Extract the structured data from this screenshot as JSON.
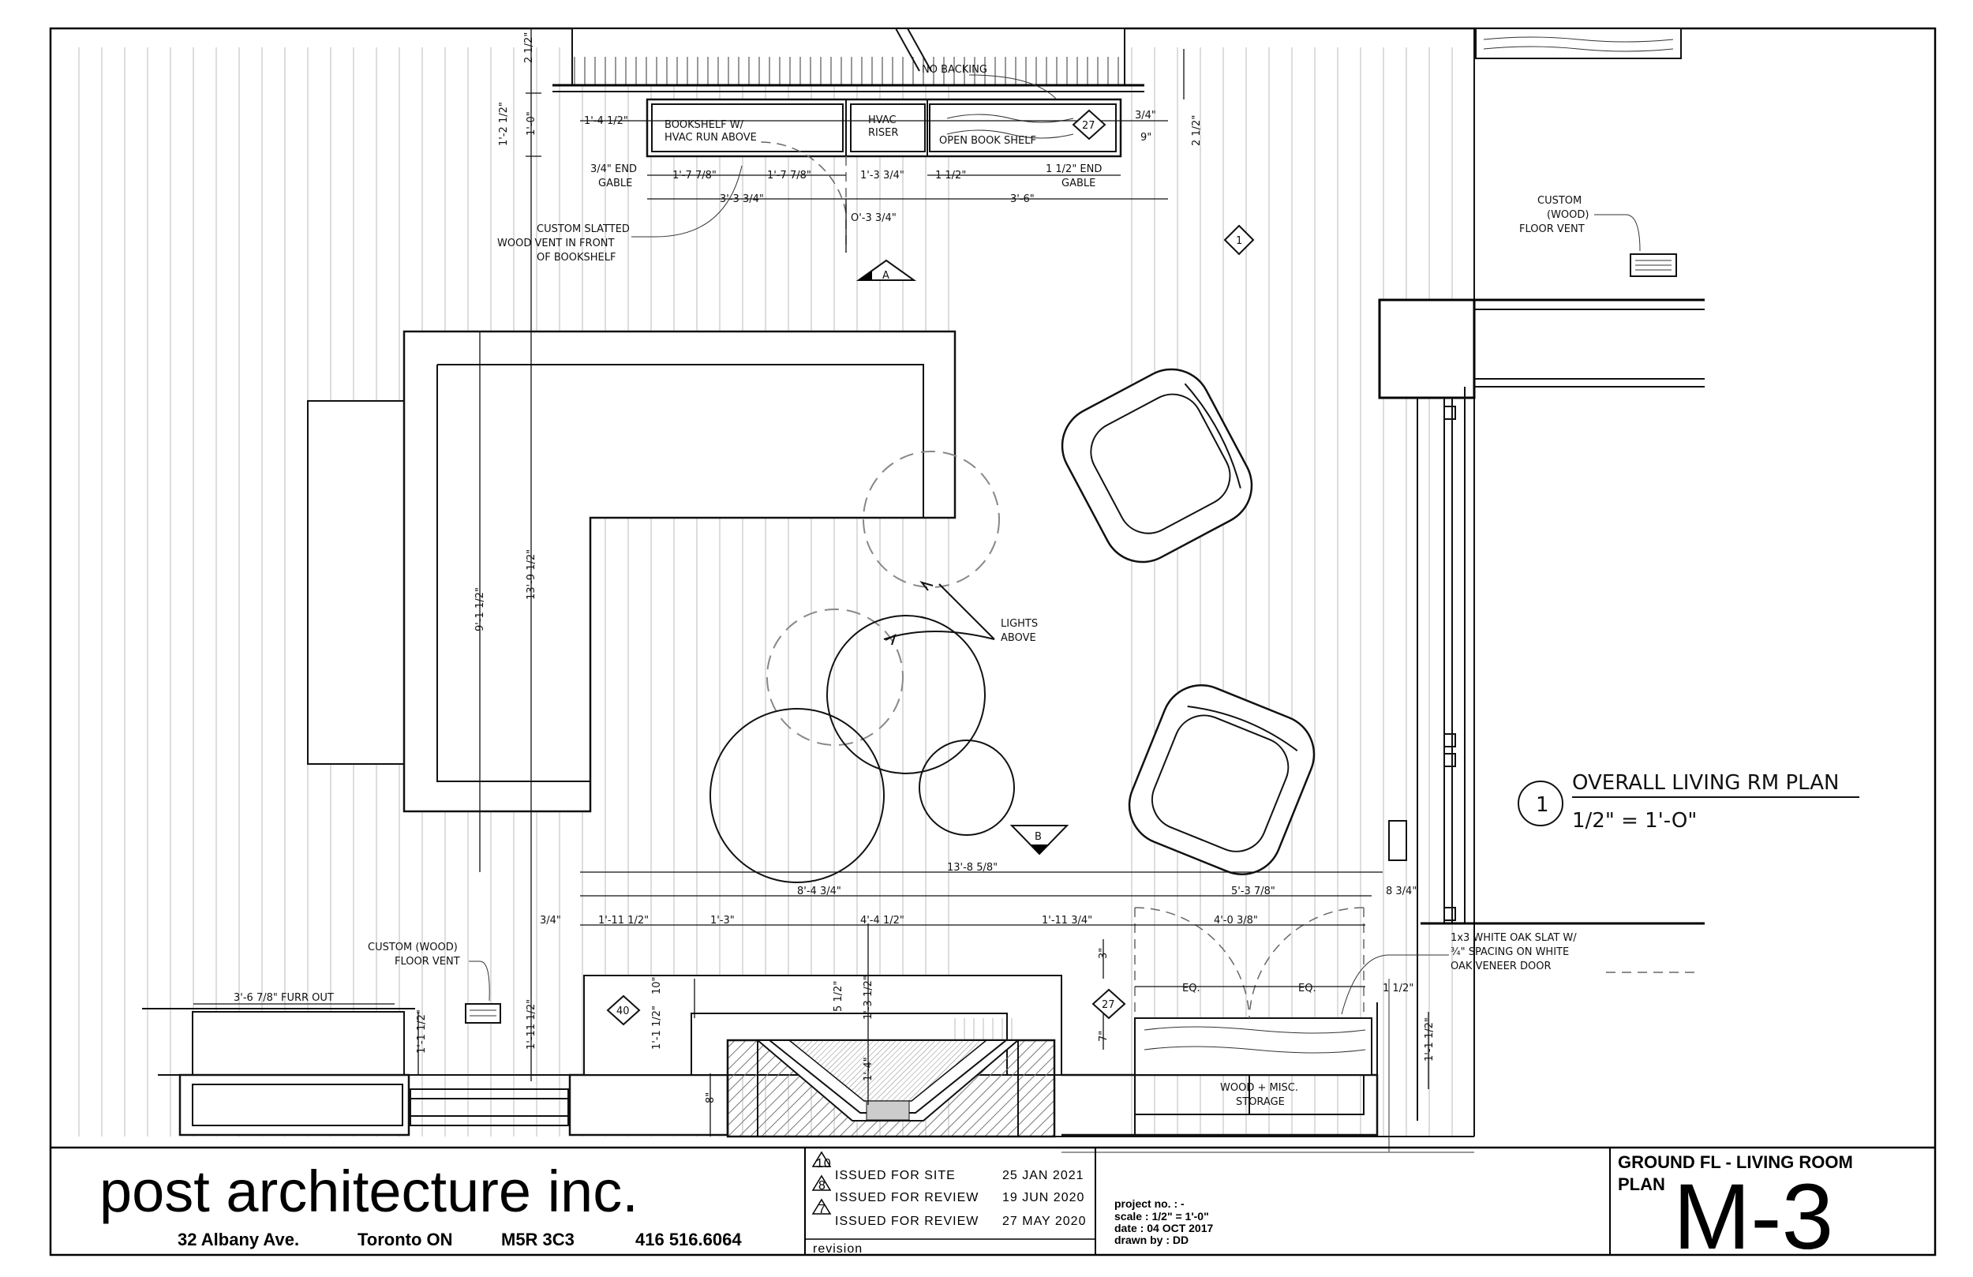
{
  "dimensions": {
    "d_2_5a": "2 1/2\"",
    "d_1_2_5": "1'-2 1/2\"",
    "d_1_0": "1'-0\"",
    "d_1_4_5": "1'-4 1/2\"",
    "d_1_7_78a": "1'-7 7/8\"",
    "d_1_7_78b": "1'-7 7/8\"",
    "d_1_3_34": "1'-3 3/4\"",
    "d_1_5": "1 1/2\"",
    "d_3_3_34": "3'-3 3/4\"",
    "d_3_6": "3'-6\"",
    "d_0_3_34": "O'-3 3/4\"",
    "d_3_4a": "3/4\"",
    "d_9": "9\"",
    "d_2_5b": "2 1/2\"",
    "d_9_1_5": "9'-1 1/2\"",
    "d_13_9_5": "13'-9 1/2\"",
    "d_13_8_58": "13'-8 5/8\"",
    "d_8_4_34": "8'-4 3/4\"",
    "d_5_3_78": "5'-3 7/8\"",
    "d_8_34": "8 3/4\"",
    "d_3_4b": "3/4\"",
    "d_1_11_5": "1'-11 1/2\"",
    "d_1_3": "1'-3\"",
    "d_4_4_5": "4'-4 1/2\"",
    "d_1_11_34": "1'-11 3/4\"",
    "d_4_0_38": "4'-0 3/8\"",
    "d_3": "3\"",
    "d_10": "10\"",
    "d_5_5": "5 1/2\"",
    "d_1_3_5": "1'-3 1/2\"",
    "d_eq1": "EQ.",
    "d_eq2": "EQ.",
    "d_1_5b": "1 1/2\"",
    "d_7": "7\"",
    "d_1_1_5a": "1'-1 1/2\"",
    "d_1_11_5v": "1'-11 1/2\"",
    "d_1_1_5b": "1'-1 1/2\"",
    "d_1_1_5c": "1'-1 1/2\"",
    "d_1_4": "1'-4\"",
    "d_8": "8\"",
    "d_furr": "3'-6 7/8\" FURR OUT"
  },
  "notes": {
    "no_backing": "NO BACKING",
    "bookshelf_hvac_1": "BOOKSHELF W/",
    "bookshelf_hvac_2": "HVAC RUN ABOVE",
    "hvac_riser_1": "HVAC",
    "hvac_riser_2": "RISER",
    "open_book_shelf": "OPEN BOOK SHELF",
    "end_gable_34_1": "3/4\" END",
    "end_gable_34_2": "GABLE",
    "end_gable_15_1": "1 1/2\" END",
    "end_gable_15_2": "GABLE",
    "slatted_vent_1": "CUSTOM SLATTED",
    "slatted_vent_2": "WOOD VENT IN FRONT",
    "slatted_vent_3": "OF BOOKSHELF",
    "custom_vent_r_1": "CUSTOM",
    "custom_vent_r_2": "(WOOD)",
    "custom_vent_r_3": "FLOOR VENT",
    "lights_above_1": "LIGHTS",
    "lights_above_2": "ABOVE",
    "custom_vent_l_1": "CUSTOM (WOOD)",
    "custom_vent_l_2": "FLOOR VENT",
    "white_oak_1": "1x3 WHITE OAK SLAT W/",
    "white_oak_2": "¾\" SPACING ON WHITE",
    "white_oak_3": "OAK VENEER DOOR",
    "wood_storage_1": "WOOD + MISC.",
    "wood_storage_2": "STORAGE"
  },
  "tags": {
    "t27_top": "27",
    "t27_bottom": "27",
    "t40": "40",
    "view_1": "1",
    "section_a": "A",
    "section_b": "B"
  },
  "plan_title": {
    "number": "1",
    "title": "OVERALL LIVING RM PLAN",
    "scale": "1/2\" = 1'-O\""
  },
  "title_block": {
    "firm_name": "post architecture inc.",
    "address": {
      "street": "32 Albany Ave.",
      "city": "Toronto  ON",
      "postal": "M5R 3C3",
      "phone": "416  516.6064"
    },
    "revisions": [
      {
        "num": "10",
        "desc": "ISSUED FOR SITE",
        "date": "25 JAN 2021"
      },
      {
        "num": "8",
        "desc": "ISSUED FOR REVIEW",
        "date": "19 JUN 2020"
      },
      {
        "num": "7",
        "desc": "ISSUED FOR REVIEW",
        "date": "27 MAY 2020"
      }
    ],
    "revision_label": "revision",
    "project_no": "project no. :  -",
    "scale": "scale : 1/2\" = 1'-0\"",
    "date": "date :  04 OCT 2017",
    "drawn_by": "drawn by :  DD",
    "sheet_title_1": "GROUND FL - LIVING ROOM",
    "sheet_title_2": "PLAN",
    "sheet_number": "M-3"
  },
  "colors": {
    "line": "#111111",
    "hatch": "#777777",
    "grain": "#bbbbbb",
    "paper": "#ffffff"
  }
}
